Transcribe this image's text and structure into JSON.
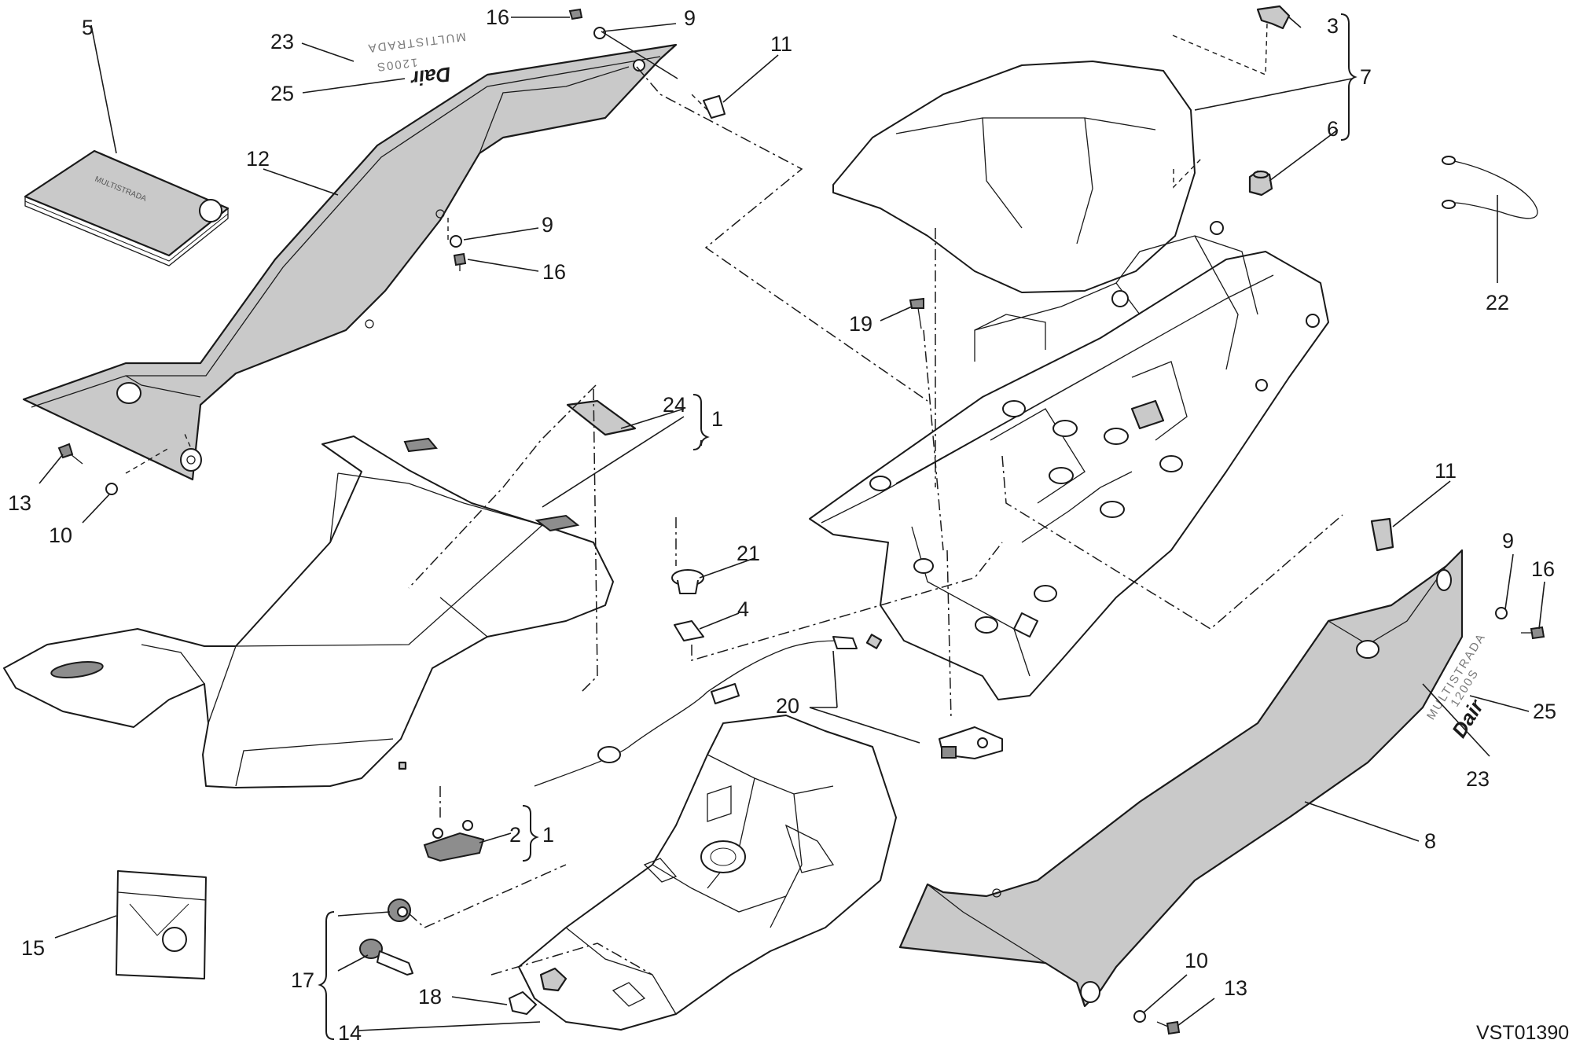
{
  "diagram": {
    "callouts": {
      "c5": "5",
      "c23a": "23",
      "c25a": "25",
      "c16a": "16",
      "c9a": "9",
      "c11a": "11",
      "c3": "3",
      "c7": "7",
      "c6": "6",
      "c12": "12",
      "c9b": "9",
      "c16b": "16",
      "c22": "22",
      "c19": "19",
      "c24": "24",
      "c1a": "1",
      "c13a": "13",
      "c10a": "10",
      "c21": "21",
      "c4": "4",
      "c11b": "11",
      "c9c": "9",
      "c16c": "16",
      "c20": "20",
      "c25b": "25",
      "c23b": "23",
      "c2": "2",
      "c1b": "1",
      "c8": "8",
      "c15": "15",
      "c17": "17",
      "c18": "18",
      "c14": "14",
      "c10b": "10",
      "c13b": "13"
    },
    "drawing_code": "VST01390",
    "decals": {
      "multistrada": "MULTISTRADA",
      "model": "1200S",
      "dair": "Dair"
    },
    "icons": [
      "manual-book-icon",
      "tool-kit-pouch-icon",
      "ignition-key-icon",
      "seat-lock-icon",
      "helmet-cable-icon"
    ]
  }
}
